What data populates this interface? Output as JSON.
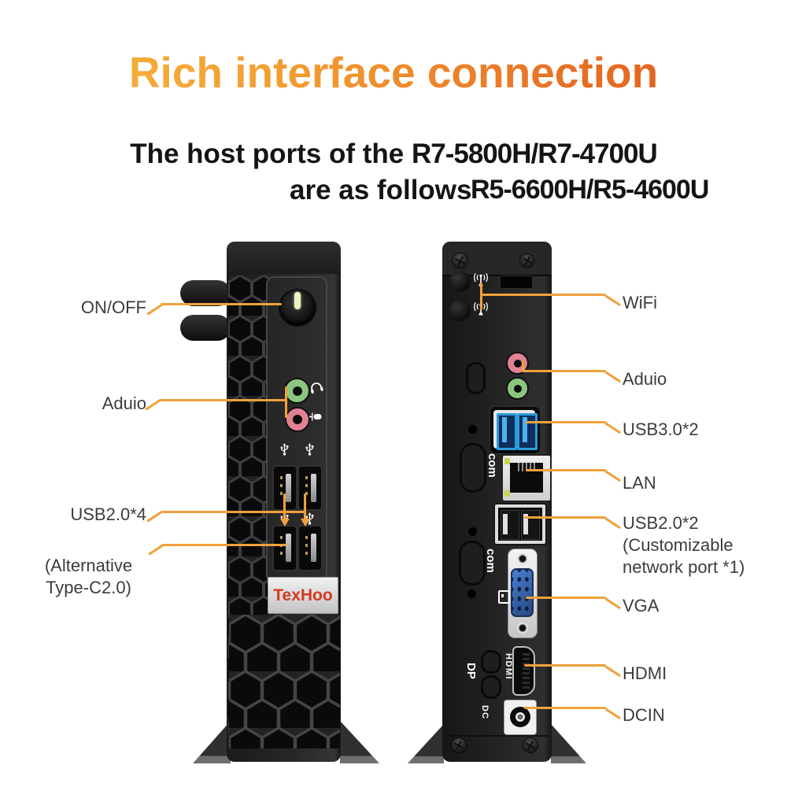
{
  "colors": {
    "accent": "#F0A13B",
    "title_gradient_start": "#F6BA41",
    "title_gradient_end": "#DC5418",
    "label_text": "#3C3C3C",
    "logo_red": "#D13B22",
    "usb3_blue": "#2D9CDB",
    "vga_blue": "#3C6BBF",
    "audio_green": "#8CC67E",
    "audio_pink": "#E08292"
  },
  "header": {
    "title": "Rich interface connection",
    "subtitle_prefix": "The host ports of the ",
    "subtitle_models_top": "R7-5800H/R7-4700U",
    "subtitle_line2": "are as follows",
    "subtitle_models_bottom": "R5-6600H/R5-4600U"
  },
  "front_device": {
    "logo_text": "TexHoo",
    "callout_on_off": "ON/OFF",
    "callout_audio": "Aduio",
    "callout_usb": "USB2.0*4",
    "callout_alt_line1": "(Alternative",
    "callout_alt_line2": "Type-C2.0)"
  },
  "back_device": {
    "com_label_top": "com",
    "com_label_bottom": "com",
    "dp_label": "DP",
    "hdmi_label": "HDMI",
    "dc_label": "DC",
    "callout_wifi": "WiFi",
    "callout_audio": "Aduio",
    "callout_usb3": "USB3.0*2",
    "callout_lan": "LAN",
    "callout_usb2": "USB2.0*2",
    "callout_usb2_note1": "(Customizable",
    "callout_usb2_note2": "network port *1)",
    "callout_vga": "VGA",
    "callout_hdmi": "HDMI",
    "callout_dcin": "DCIN"
  }
}
